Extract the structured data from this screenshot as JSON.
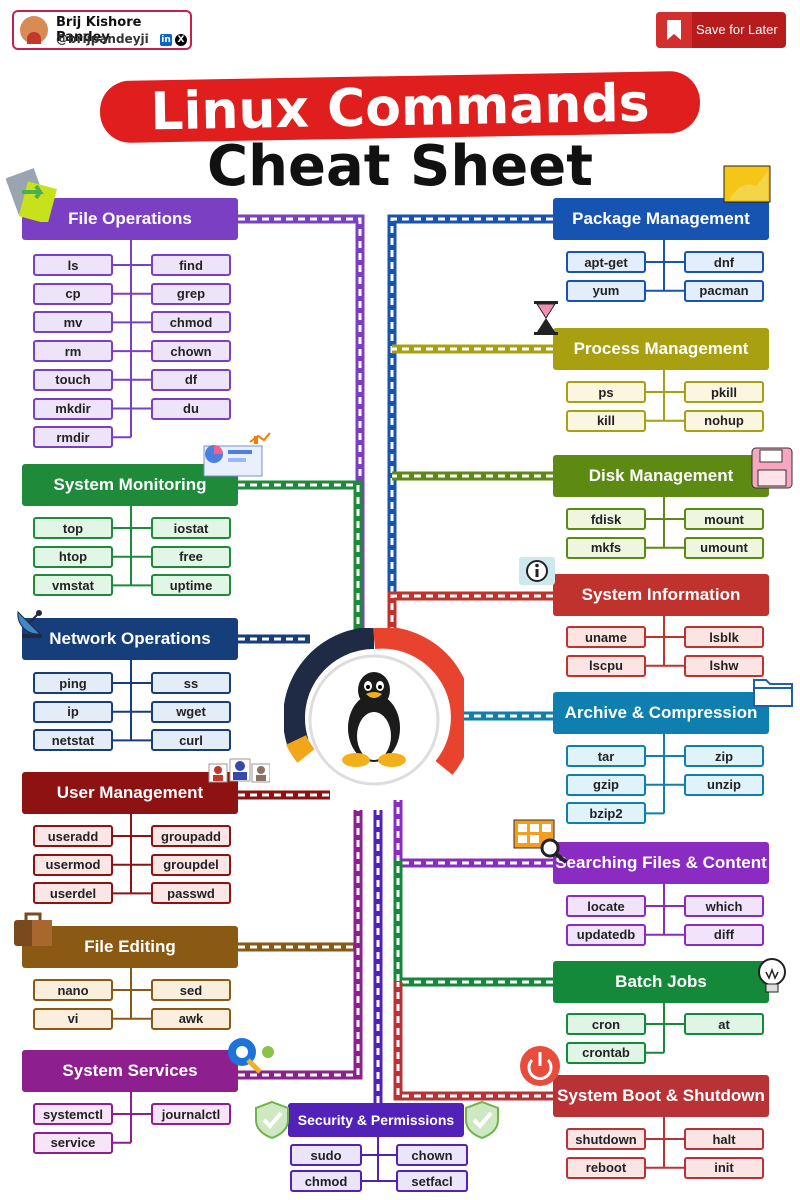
{
  "header": {
    "author_name": "Brij Kishore Pandey",
    "author_handle": "@brijpandeyji",
    "save_label": "Save for Later"
  },
  "title": {
    "line1": "Linux Commands",
    "line2": "Cheat Sheet"
  },
  "sections": [
    {
      "title": "File Operations",
      "color": "#7b3fc4",
      "fill": "#ede4fa",
      "icon": "file-copy-icon",
      "commands": [
        "ls",
        "find",
        "cp",
        "grep",
        "mv",
        "chmod",
        "rm",
        "chown",
        "touch",
        "df",
        "mkdir",
        "du",
        "rmdir"
      ]
    },
    {
      "title": "System Monitoring",
      "color": "#1f8a3a",
      "fill": "#e2f6e6",
      "icon": "dashboard-icon",
      "commands": [
        "top",
        "iostat",
        "htop",
        "free",
        "vmstat",
        "uptime"
      ]
    },
    {
      "title": "Network Operations",
      "color": "#163e7a",
      "fill": "#e4ecf8",
      "icon": "satellite-dish-icon",
      "commands": [
        "ping",
        "ss",
        "ip",
        "wget",
        "netstat",
        "curl"
      ]
    },
    {
      "title": "User Management",
      "color": "#8e1212",
      "fill": "#fbe6e6",
      "icon": "users-icon",
      "commands": [
        "useradd",
        "groupadd",
        "usermod",
        "groupdel",
        "userdel",
        "passwd"
      ]
    },
    {
      "title": "File Editing",
      "color": "#8a5a14",
      "fill": "#fbeedd",
      "icon": "briefcase-icon",
      "commands": [
        "nano",
        "sed",
        "vi",
        "awk"
      ]
    },
    {
      "title": "System Services",
      "color": "#8e1f8e",
      "fill": "#f8e4f8",
      "icon": "gear-key-icon",
      "commands": [
        "systemctl",
        "journalctl",
        "service"
      ]
    },
    {
      "title": "Security & Permissions",
      "color": "#5121b8",
      "fill": "#ebe4fb",
      "icon": "shield-check-icon",
      "commands": [
        "sudo",
        "chown",
        "chmod",
        "setfacl"
      ]
    },
    {
      "title": "Package Management",
      "color": "#1753b0",
      "fill": "#e2eefb",
      "icon": "folder-icon",
      "commands": [
        "apt-get",
        "dnf",
        "yum",
        "pacman"
      ]
    },
    {
      "title": "Process Management",
      "color": "#a8a010",
      "fill": "#fbf6e0",
      "icon": "hourglass-icon",
      "commands": [
        "ps",
        "pkill",
        "kill",
        "nohup"
      ]
    },
    {
      "title": "Disk Management",
      "color": "#5d8a12",
      "fill": "#eef6e0",
      "icon": "floppy-disk-icon",
      "commands": [
        "fdisk",
        "mount",
        "mkfs",
        "umount"
      ]
    },
    {
      "title": "System Information",
      "color": "#c0322e",
      "fill": "#fbe4e2",
      "icon": "info-icon",
      "commands": [
        "uname",
        "lsblk",
        "lscpu",
        "lshw"
      ]
    },
    {
      "title": "Archive & Compression",
      "color": "#0e7fae",
      "fill": "#e0f2fa",
      "icon": "open-folder-icon",
      "commands": [
        "tar",
        "zip",
        "gzip",
        "unzip",
        "bzip2"
      ]
    },
    {
      "title": "Searching Files & Content",
      "color": "#8a2cc2",
      "fill": "#f1e4fa",
      "icon": "magnifier-monitor-icon",
      "commands": [
        "locate",
        "which",
        "updatedb",
        "diff"
      ]
    },
    {
      "title": "Batch Jobs",
      "color": "#14893a",
      "fill": "#e0f5e6",
      "icon": "lightbulb-icon",
      "commands": [
        "cron",
        "at",
        "crontab"
      ]
    },
    {
      "title": "System Boot & Shutdown",
      "color": "#b83236",
      "fill": "#fbe4e4",
      "icon": "power-icon",
      "commands": [
        "shutdown",
        "halt",
        "reboot",
        "init"
      ]
    }
  ]
}
